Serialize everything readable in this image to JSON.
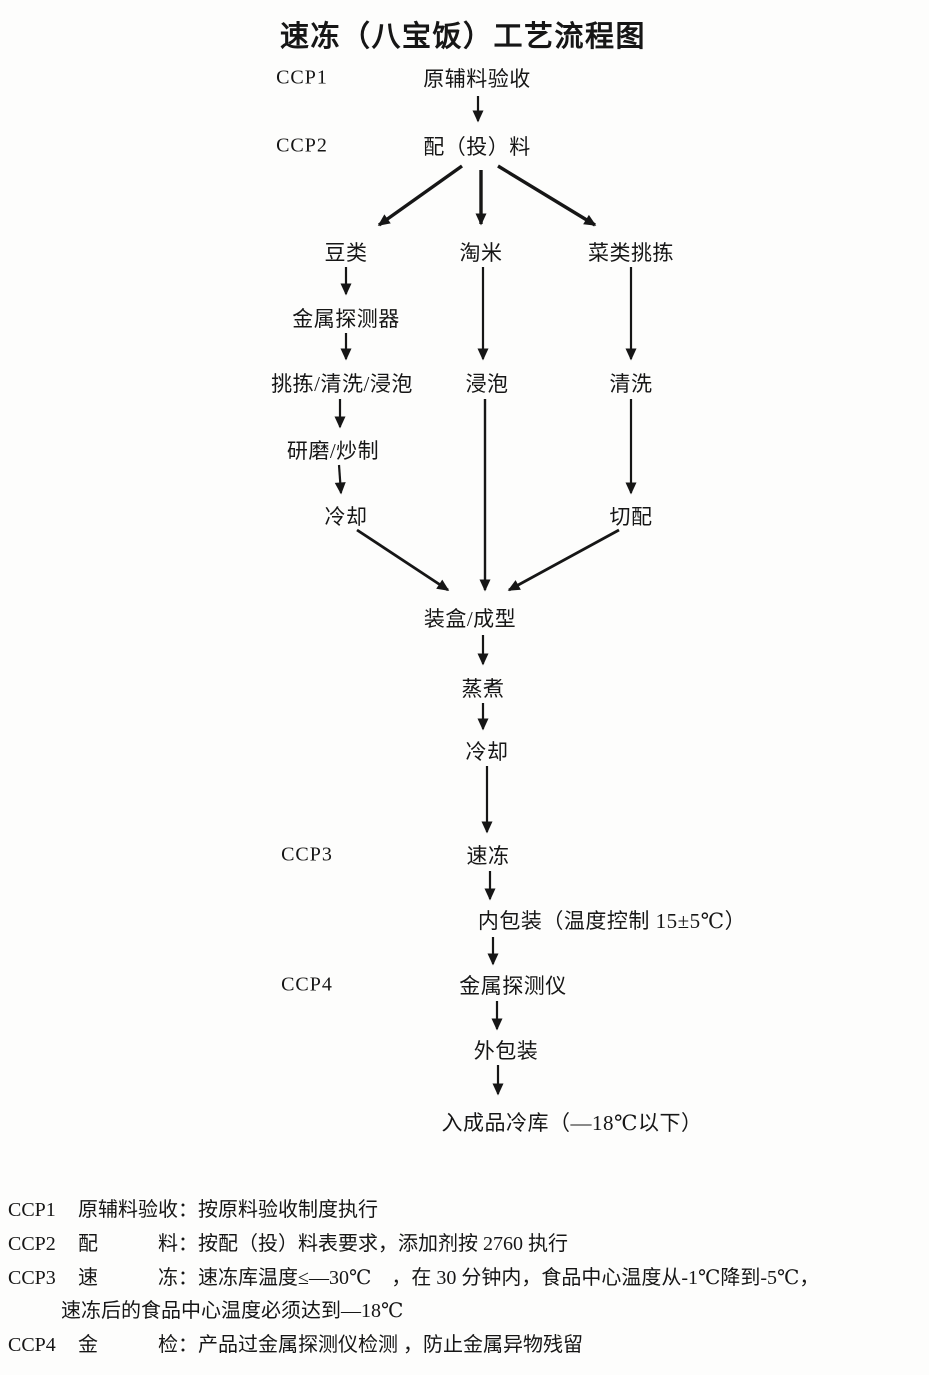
{
  "title": "速冻（八宝饭）工艺流程图",
  "flow": {
    "ccp_labels": {
      "ccp1": "CCP1",
      "ccp2": "CCP2",
      "ccp3": "CCP3",
      "ccp4": "CCP4"
    },
    "nodes": {
      "raw_material": "原辅料验收",
      "batching": "配（投）料",
      "beans": "豆类",
      "rice_washing": "淘米",
      "veg_sorting": "菜类挑拣",
      "metal_detector": "金属探测器",
      "sort_wash_soak": "挑拣/清洗/浸泡",
      "grind_fry": "研磨/炒制",
      "cooling1": "冷却",
      "soaking": "浸泡",
      "washing": "清洗",
      "cutting": "切配",
      "boxing": "装盒/成型",
      "steaming": "蒸煮",
      "cooling2": "冷却",
      "quick_freeze": "速冻",
      "inner_packaging": "内包装（温度控制 15±5℃）",
      "metal_detection": "金属探测仪",
      "outer_packaging": "外包装",
      "cold_storage": "入成品冷库（—18℃以下）"
    }
  },
  "notes": [
    {
      "id": "CCP1",
      "text": "原辅料验收：按原料验收制度执行"
    },
    {
      "id": "CCP2",
      "text": "配　　　料：按配（投）料表要求，添加剂按 2760 执行"
    },
    {
      "id": "CCP3",
      "text": "速　　　冻：速冻库温度≤—30℃　，在 30 分钟内，食品中心温度从-1℃降到-5℃，",
      "text2": "速冻后的食品中心温度必须达到—18℃"
    },
    {
      "id": "CCP4",
      "text": "金　　　检：产品过金属探测仪检测 ，防止金属异物残留"
    }
  ]
}
